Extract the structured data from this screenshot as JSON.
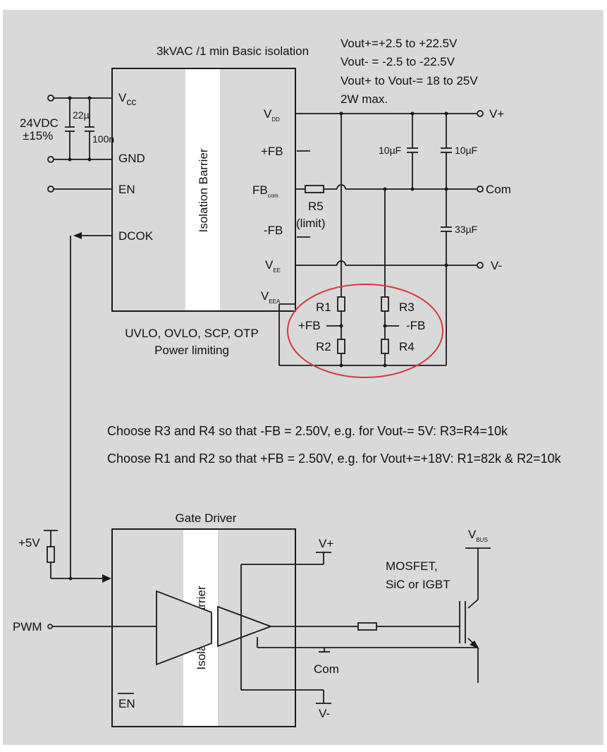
{
  "colors": {
    "background": "#d9d9d9",
    "barrier": "#ffffff",
    "wire": "#1a1a1a",
    "highlight": "#d63b3b"
  },
  "converter": {
    "title": "3kVAC /1 min Basic isolation",
    "barrier_label": "Isolation Barrier",
    "pins_left": {
      "vcc": "V",
      "vcc_sub": "cc",
      "gnd": "GND",
      "en": "EN",
      "dcok": "DCOK"
    },
    "pins_right": {
      "vdd": "V",
      "vdd_sub": "DD",
      "pfb": "+FB",
      "fbcom": "FB",
      "fbcom_sub": "com",
      "mfb": "-FB",
      "vee": "V",
      "vee_sub": "EE",
      "veea": "V",
      "veea_sub": "EEA"
    },
    "protection_line1": "UVLO, OVLO, SCP, OTP",
    "protection_line2": "Power limiting"
  },
  "input": {
    "voltage": "24VDC",
    "tolerance": "±15%",
    "cap1": "22µ",
    "cap2": "100n"
  },
  "spec": {
    "line1": "Vout+=+2.5 to +22.5V",
    "line2": "Vout- = -2.5 to -22.5V",
    "line3": "Vout+ to Vout-= 18 to 25V",
    "line4": "2W max."
  },
  "outputs": {
    "vplus": "V+",
    "com": "Com",
    "vminus": "V-"
  },
  "caps": {
    "c1": "10µF",
    "c2": "10µF",
    "c3": "33µF"
  },
  "r5": {
    "name": "R5",
    "note": "(limit)"
  },
  "divider": {
    "r1": "R1",
    "r2": "R2",
    "r3": "R3",
    "r4": "R4",
    "pfb": "+FB",
    "mfb": "-FB"
  },
  "notes": {
    "line1": "Choose R3 and R4 so that -FB = 2.50V, e.g. for Vout-= 5V: R3=R4=10k",
    "line2": "Choose R1 and R2 so that +FB = 2.50V, e.g. for Vout+=+18V: R1=82k & R2=10k"
  },
  "gate_driver": {
    "title": "Gate Driver",
    "barrier_label": "Isolation Barrier",
    "supply": "+5V",
    "pwm": "PWM",
    "en": "EN",
    "vplus": "V+",
    "com": "Com",
    "vminus": "V-"
  },
  "switch": {
    "line1": "MOSFET,",
    "line2": "SiC or IGBT",
    "vbus": "V",
    "vbus_sub": "BUS"
  }
}
